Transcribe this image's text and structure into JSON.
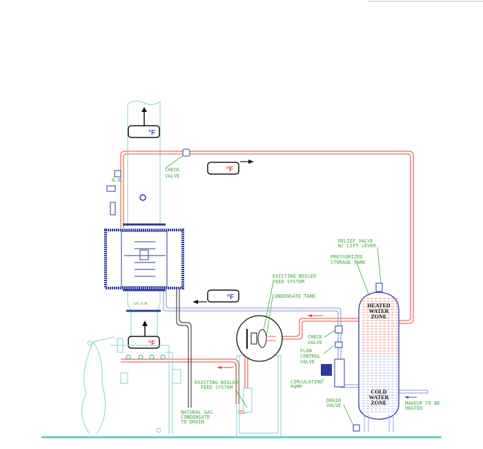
{
  "labels": {
    "check_valve_top": [
      "CHECK",
      "VALVE"
    ],
    "no": "N.O.",
    "gas_flow": "GAS FLOW",
    "relief_valve": [
      "RELIEF VALVE",
      "W/ LIFT LEVER"
    ],
    "pressurized_tank": [
      "PRESSURIZED",
      "STORAGE TANK"
    ],
    "existing_boiler_feed_top": [
      "EXISTING BOILER",
      "FEED SYSTEM"
    ],
    "condensate_tank": "CONDENSATE TANK",
    "check_valve_right": [
      "CHECK",
      "VALVE"
    ],
    "flow_control_valve": [
      "FLOW",
      "CONTROL",
      "VALVE"
    ],
    "circulating_pump": [
      "CIRCULATING",
      "PUMP"
    ],
    "drain_valve": [
      "DRAIN",
      "VALVE"
    ],
    "makeup": [
      "MAKEUP TO BE",
      "HEATED"
    ],
    "existing_boiler_feed_bottom": [
      "EXISTING BOILER",
      "FEED SYSTEM"
    ],
    "natural_gas_condensate": [
      "NATURAL GAS",
      "CONDENSATE",
      "TO DRAIN"
    ],
    "heated_zone": [
      "HEATED",
      "WATER",
      "ZONE"
    ],
    "cold_zone": [
      "COLD",
      "WATER",
      "ZONE"
    ]
  },
  "temps": {
    "stack_exhaust": "°F",
    "hot_supply": "°F",
    "cold_return": "°F",
    "stack_inlet": "°F"
  },
  "colors": {
    "hot": "#f26b5b",
    "cold": "#9aa6dc",
    "equipment": "#7fd3d0",
    "exchanger": "#2b3a9e",
    "label": "#3aa83a",
    "drain": "#444444"
  }
}
